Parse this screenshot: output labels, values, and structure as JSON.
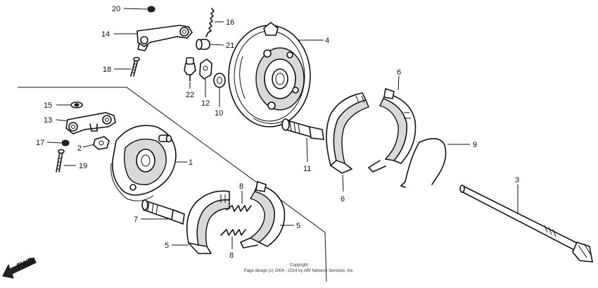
{
  "labels": {
    "p1": "1",
    "p2": "2",
    "p3": "3",
    "p4": "4",
    "p5a": "5",
    "p5b": "5",
    "p6a": "6",
    "p6b": "6",
    "p7": "7",
    "p8a": "8",
    "p8b": "8",
    "p9": "9",
    "p10": "10",
    "p11": "11",
    "p12": "12",
    "p13": "13",
    "p14": "14",
    "p15": "15",
    "p16": "16",
    "p17": "17",
    "p18": "18",
    "p19": "19",
    "p20": "20",
    "p21": "21",
    "p22": "22"
  },
  "fwd": "FWD",
  "copyright": {
    "line1": "Copyright",
    "line2": "Page design (c) 2004 - 2014 by ARI Network Services, Inc."
  }
}
